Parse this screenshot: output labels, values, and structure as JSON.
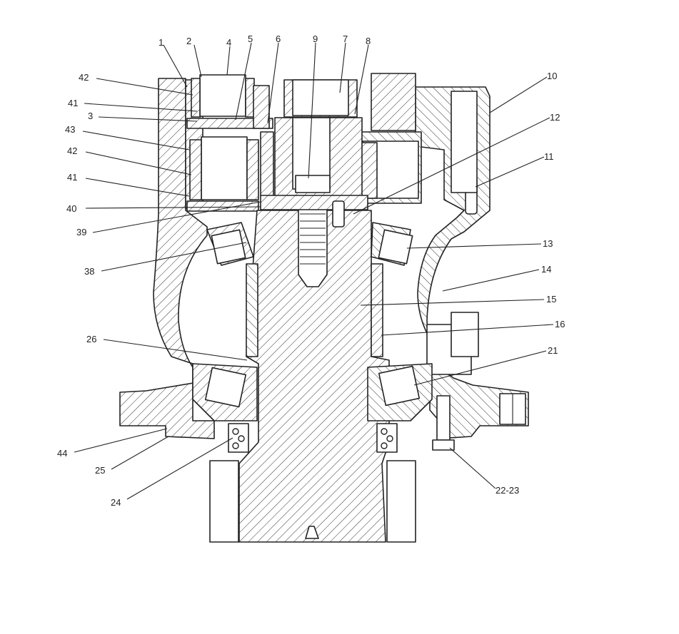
{
  "diagram": {
    "callouts": [
      {
        "id": "c1",
        "label": "1"
      },
      {
        "id": "c2",
        "label": "2"
      },
      {
        "id": "c4",
        "label": "4"
      },
      {
        "id": "c5",
        "label": "5"
      },
      {
        "id": "c6",
        "label": "6"
      },
      {
        "id": "c9",
        "label": "9"
      },
      {
        "id": "c7",
        "label": "7"
      },
      {
        "id": "c8",
        "label": "8"
      },
      {
        "id": "c10",
        "label": "10"
      },
      {
        "id": "c12",
        "label": "12"
      },
      {
        "id": "c11",
        "label": "11"
      },
      {
        "id": "c13",
        "label": "13"
      },
      {
        "id": "c14",
        "label": "14"
      },
      {
        "id": "c15",
        "label": "15"
      },
      {
        "id": "c16",
        "label": "16"
      },
      {
        "id": "c21",
        "label": "21"
      },
      {
        "id": "c2223",
        "label": "22-23"
      },
      {
        "id": "c42a",
        "label": "42"
      },
      {
        "id": "c41a",
        "label": "41"
      },
      {
        "id": "c3",
        "label": "3"
      },
      {
        "id": "c43",
        "label": "43"
      },
      {
        "id": "c42b",
        "label": "42"
      },
      {
        "id": "c41b",
        "label": "41"
      },
      {
        "id": "c40",
        "label": "40"
      },
      {
        "id": "c39",
        "label": "39"
      },
      {
        "id": "c38",
        "label": "38"
      },
      {
        "id": "c26",
        "label": "26"
      },
      {
        "id": "c44",
        "label": "44"
      },
      {
        "id": "c25",
        "label": "25"
      },
      {
        "id": "c24",
        "label": "24"
      }
    ]
  }
}
